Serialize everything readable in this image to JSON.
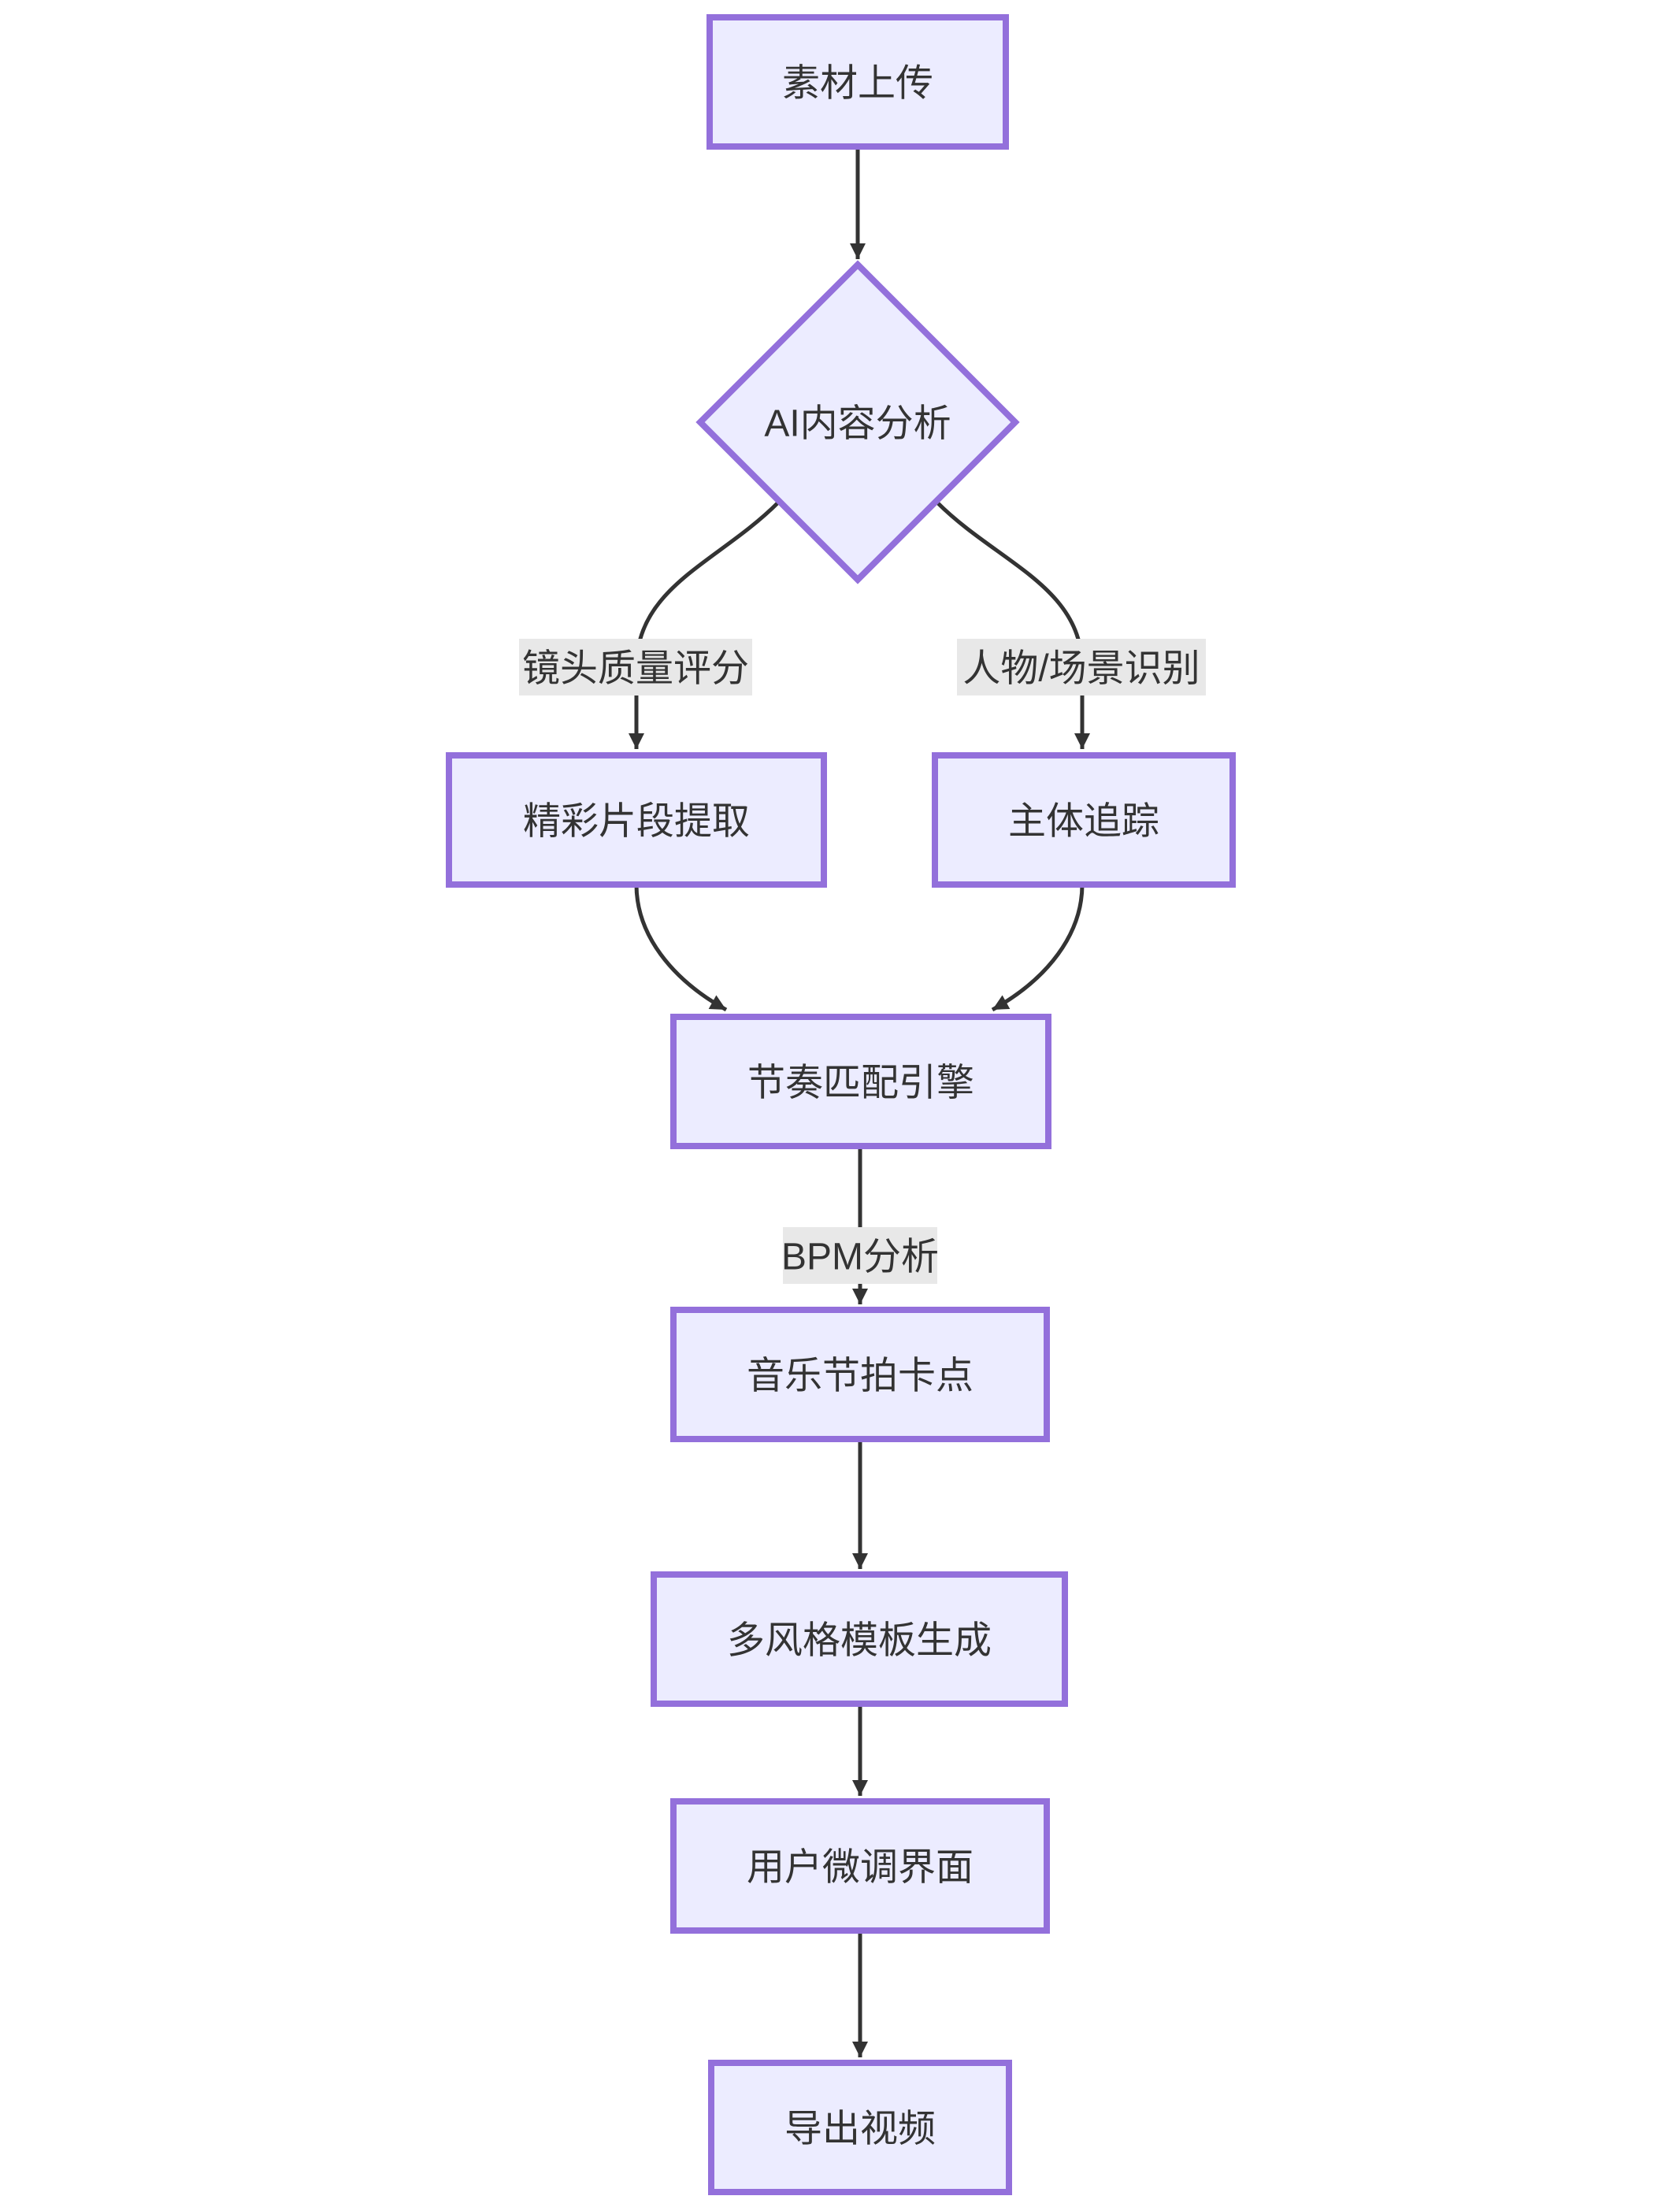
{
  "diagram": {
    "type": "flowchart",
    "direction": "top-down",
    "background": "#ffffff",
    "colors": {
      "node_fill": "#ECECFF",
      "node_border": "#9370DB",
      "edge_line": "#333333",
      "text_color": "#333333",
      "edge_label_bg": "#e8e8e8"
    },
    "nodes": {
      "upload": {
        "label": "素材上传",
        "shape": "rect"
      },
      "analysis": {
        "label": "AI内容分析",
        "shape": "diamond"
      },
      "highlight": {
        "label": "精彩片段提取",
        "shape": "rect"
      },
      "tracking": {
        "label": "主体追踪",
        "shape": "rect"
      },
      "rhythm": {
        "label": "节奏匹配引擎",
        "shape": "rect"
      },
      "beat": {
        "label": "音乐节拍卡点",
        "shape": "rect"
      },
      "template": {
        "label": "多风格模板生成",
        "shape": "rect"
      },
      "finetune": {
        "label": "用户微调界面",
        "shape": "rect"
      },
      "export": {
        "label": "导出视频",
        "shape": "rect"
      }
    },
    "edge_labels": {
      "quality": "镜头质量评分",
      "recognition": "人物/场景识别",
      "bpm": "BPM分析"
    },
    "edges": [
      {
        "from": "素材上传",
        "to": "AI内容分析",
        "label": ""
      },
      {
        "from": "AI内容分析",
        "to": "精彩片段提取",
        "label": "镜头质量评分"
      },
      {
        "from": "AI内容分析",
        "to": "主体追踪",
        "label": "人物/场景识别"
      },
      {
        "from": "精彩片段提取",
        "to": "节奏匹配引擎",
        "label": ""
      },
      {
        "from": "主体追踪",
        "to": "节奏匹配引擎",
        "label": ""
      },
      {
        "from": "节奏匹配引擎",
        "to": "音乐节拍卡点",
        "label": "BPM分析"
      },
      {
        "from": "音乐节拍卡点",
        "to": "多风格模板生成",
        "label": ""
      },
      {
        "from": "多风格模板生成",
        "to": "用户微调界面",
        "label": ""
      },
      {
        "from": "用户微调界面",
        "to": "导出视频",
        "label": ""
      }
    ]
  }
}
